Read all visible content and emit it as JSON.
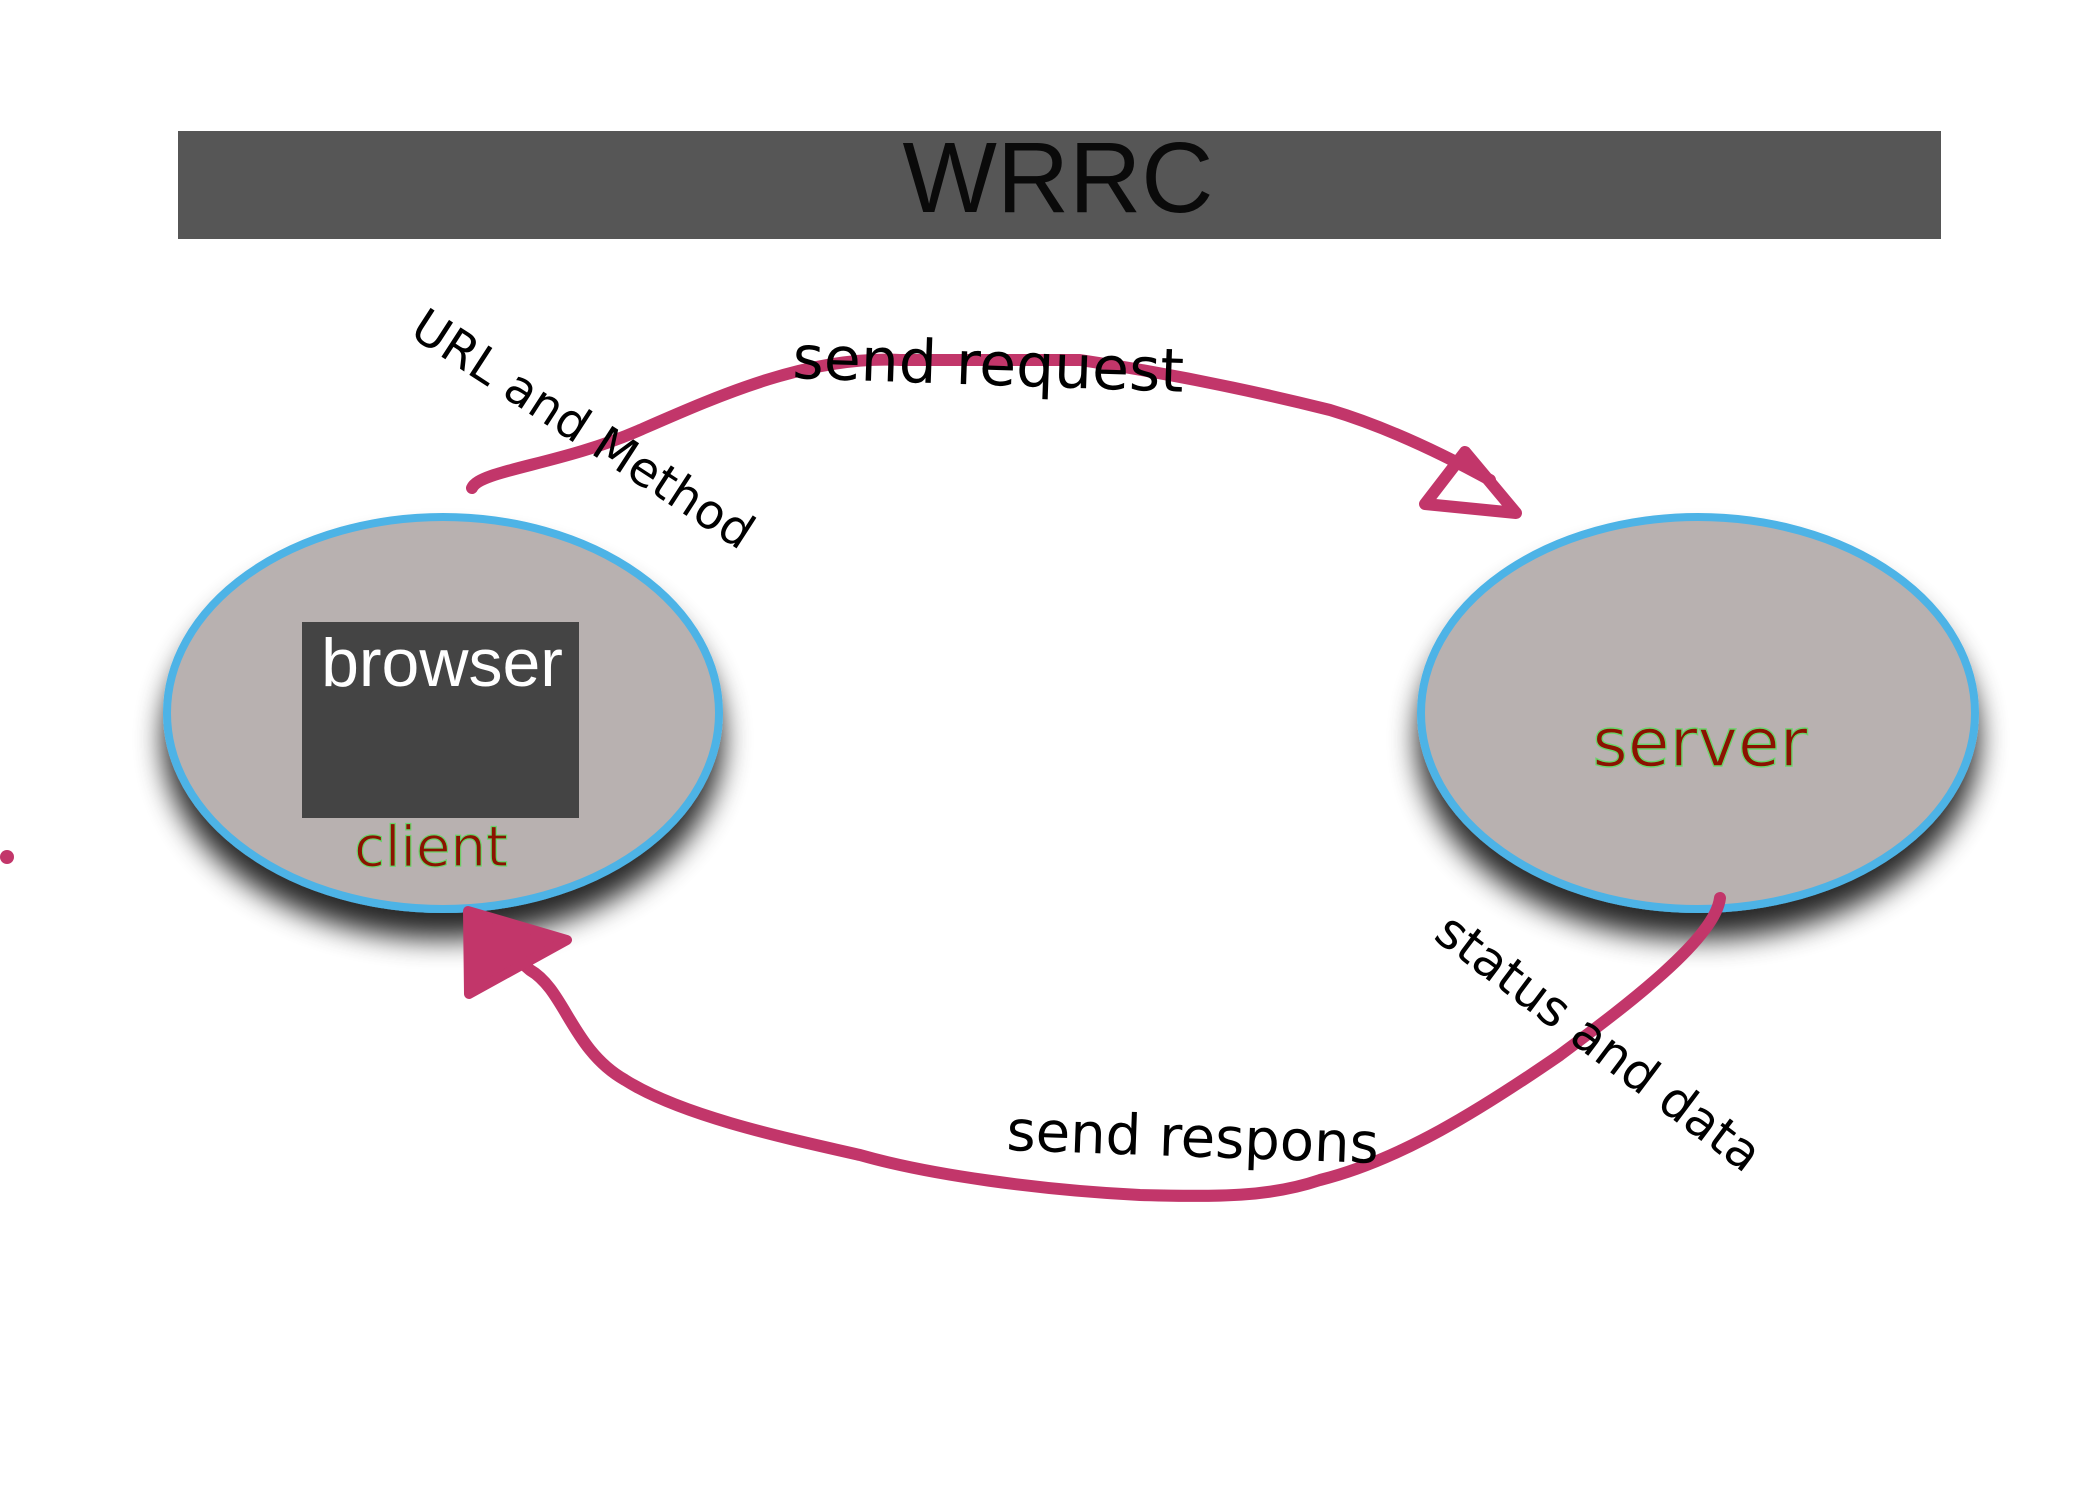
{
  "title": "WRRC",
  "client": {
    "box_label": "browser",
    "label": "client"
  },
  "server": {
    "label": "server"
  },
  "request": {
    "label": "send request",
    "detail": "URL and Method"
  },
  "response": {
    "label": "send respons",
    "detail": "status and data"
  },
  "colors": {
    "title_bar": "#565656",
    "title_text": "#0a0a0a",
    "node_fill": "#b8b1b0",
    "node_border": "#4db3e6",
    "browser_box": "#444444",
    "browser_text": "#ffffff",
    "node_text": "#8b1200",
    "node_text_outline": "#6ad46a",
    "arrow": "#c2366a",
    "label_text": "#000000"
  }
}
